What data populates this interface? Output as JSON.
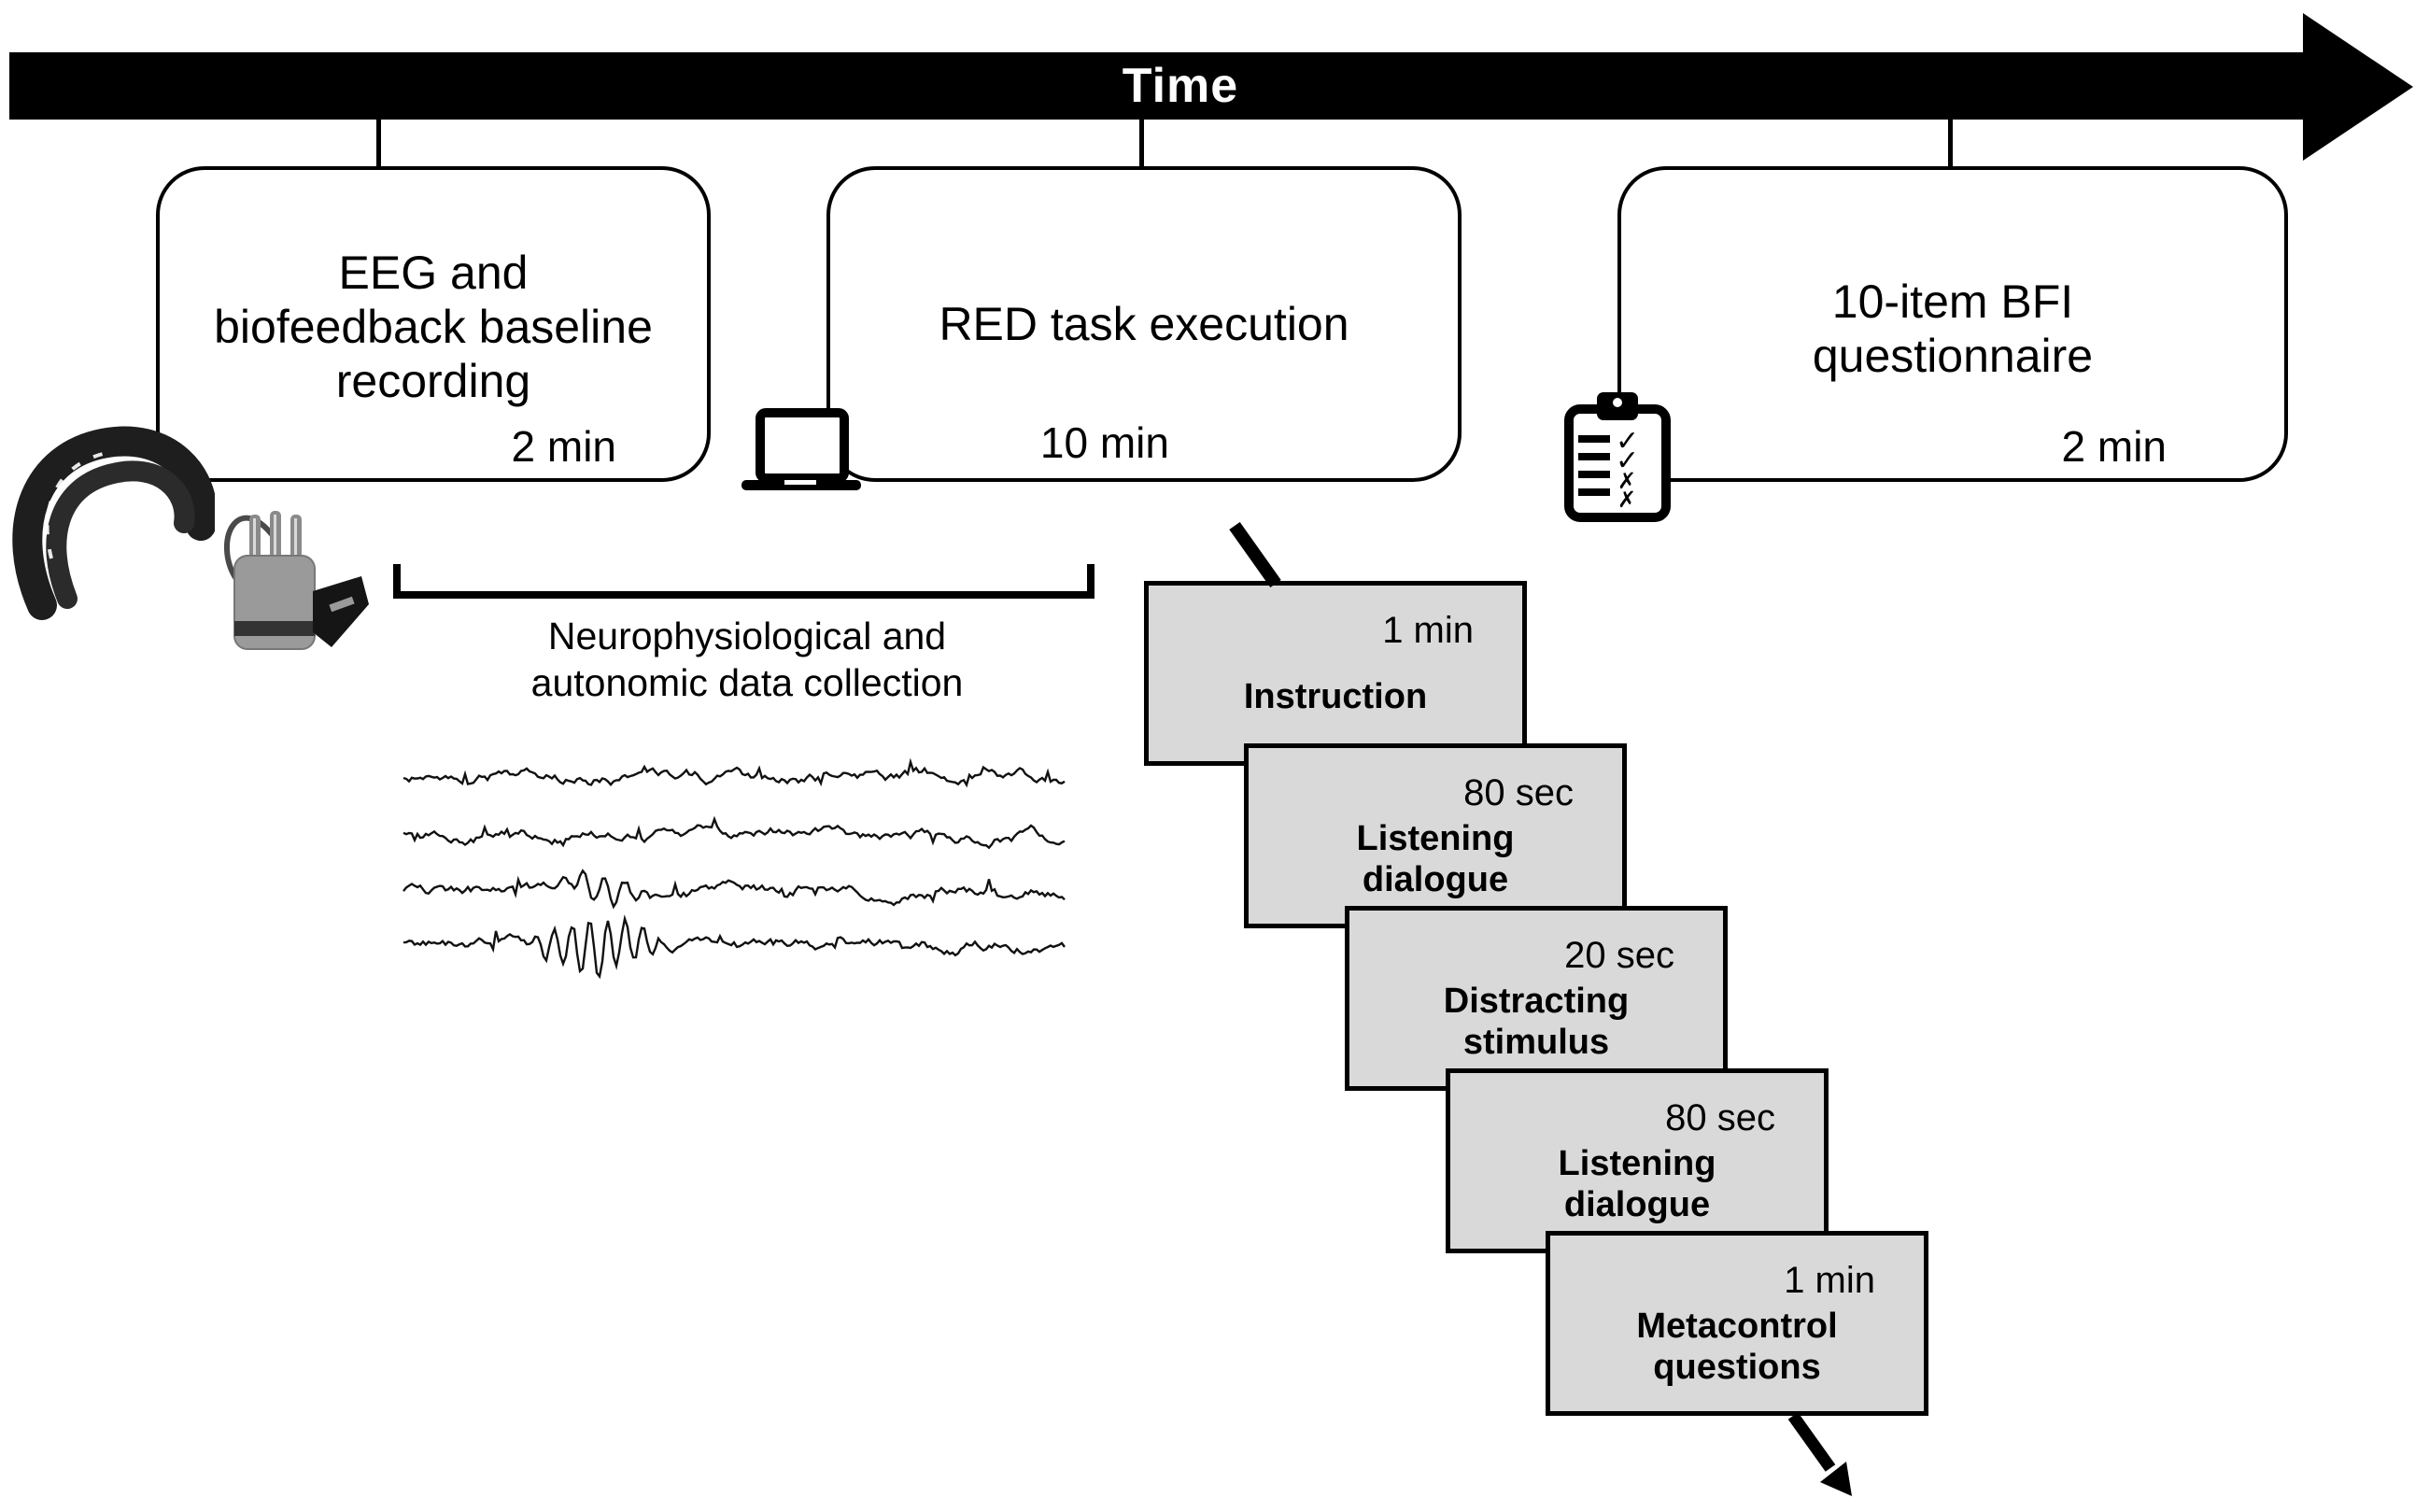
{
  "timeline": {
    "label": "Time"
  },
  "phases": [
    {
      "lines": [
        "EEG and",
        "biofeedback baseline",
        "recording"
      ],
      "duration": "2 min"
    },
    {
      "lines": [
        "RED task execution"
      ],
      "duration": "10 min"
    },
    {
      "lines": [
        "10-item BFI",
        "questionnaire"
      ],
      "duration": "2 min"
    }
  ],
  "bracket": {
    "lines": [
      "Neurophysiological and",
      "autonomic data collection"
    ]
  },
  "steps": [
    {
      "duration": "1 min",
      "lines": [
        "Instruction"
      ]
    },
    {
      "duration": "80 sec",
      "lines": [
        "Listening",
        "dialogue"
      ]
    },
    {
      "duration": "20 sec",
      "lines": [
        "Distracting",
        "stimulus"
      ]
    },
    {
      "duration": "80 sec",
      "lines": [
        "Listening",
        "dialogue"
      ]
    },
    {
      "duration": "1 min",
      "lines": [
        "Metacontrol",
        "questions"
      ]
    }
  ],
  "icons": {
    "phase1": [
      "eeg-headset-icon",
      "biofeedback-sensor-icon"
    ],
    "phase2": "laptop-icon",
    "phase3": "clipboard-checklist-icon",
    "extra": [
      "eeg-waveforms",
      "timeline-arrow",
      "bracket"
    ]
  },
  "colors": {
    "timeline_bar": "#000000",
    "step_fill": "#d9d9d9",
    "border": "#000000",
    "background": "#ffffff"
  }
}
